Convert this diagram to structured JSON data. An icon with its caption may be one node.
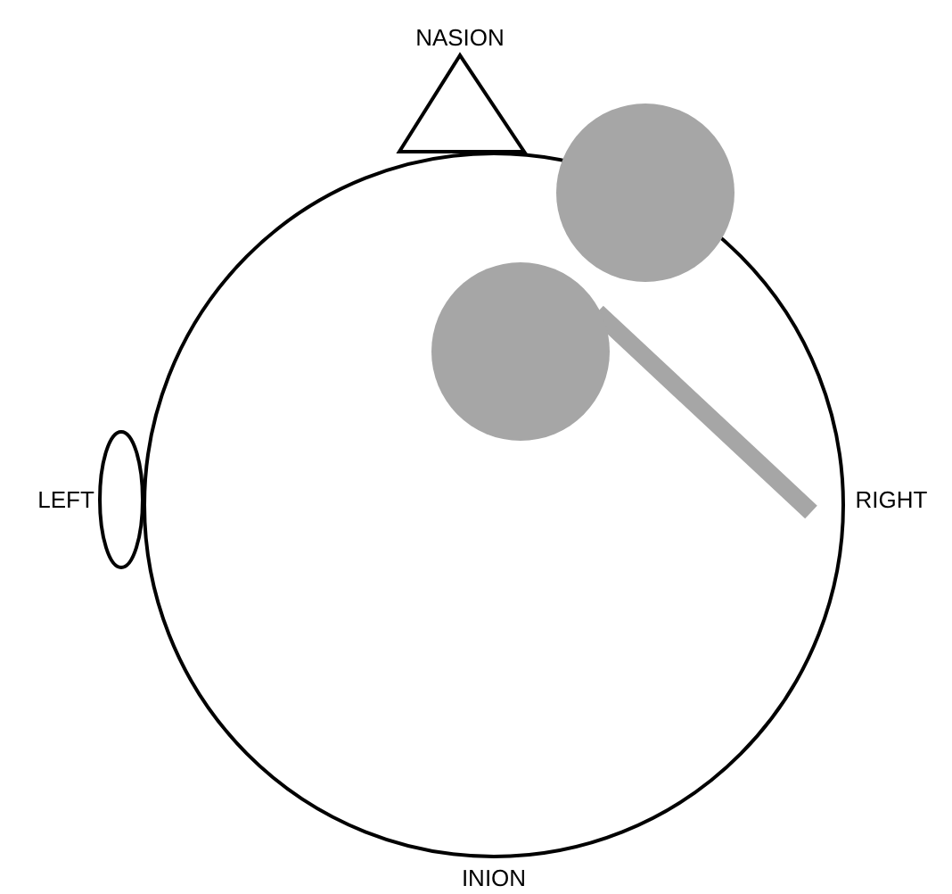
{
  "diagram": {
    "labels": [
      "NASION",
      "LEFT",
      "RIGHT",
      "INION"
    ]
  }
}
